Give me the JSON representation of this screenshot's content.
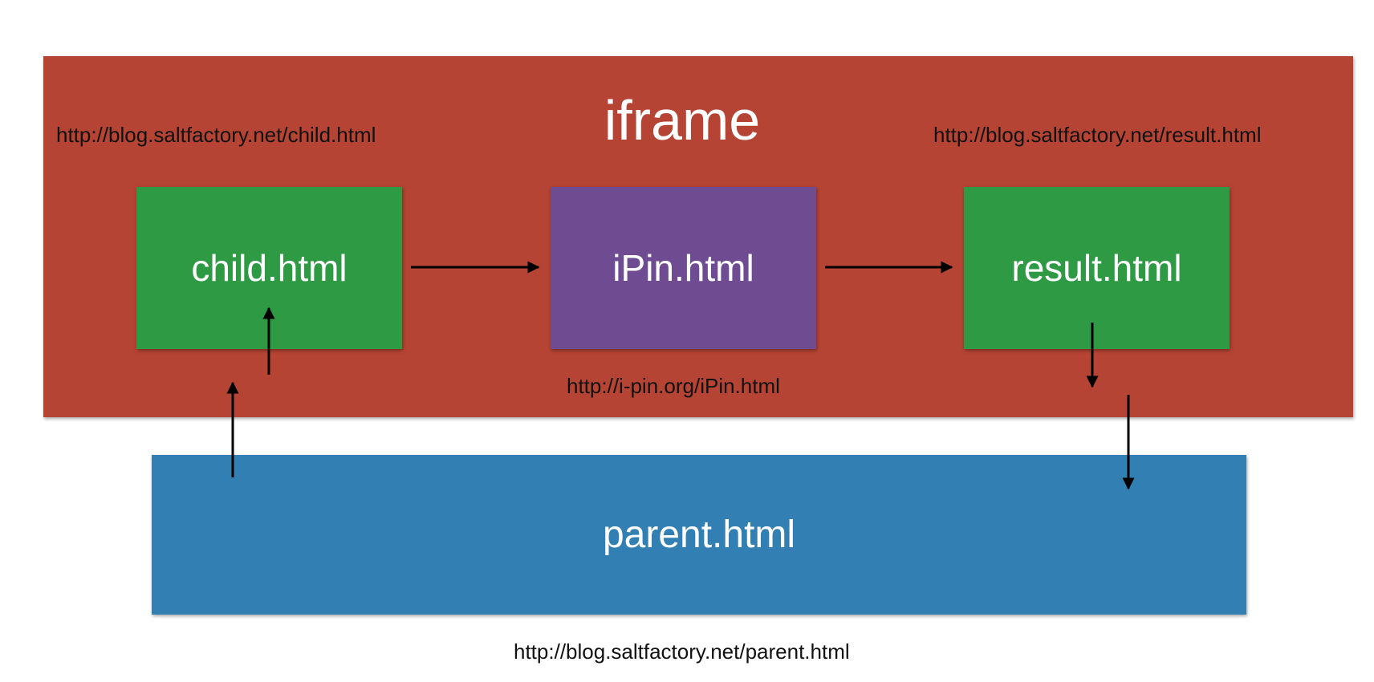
{
  "colors": {
    "iframe_bg": "#b54434",
    "parent_bg": "#3280b3",
    "child_bg": "#2e9a44",
    "ipin_bg": "#6f4b92",
    "result_bg": "#2e9a44",
    "arrow": "#000000"
  },
  "diagram": {
    "iframe_heading": "iframe",
    "iframe_urls": {
      "child": "http://blog.saltfactory.net/child.html",
      "result": "http://blog.saltfactory.net/result.html",
      "ipin": "http://i-pin.org/iPin.html"
    },
    "boxes": {
      "child": "child.html",
      "ipin": "iPin.html",
      "result": "result.html"
    },
    "parent": {
      "label": "parent.html",
      "url": "http://blog.saltfactory.net/parent.html"
    }
  }
}
